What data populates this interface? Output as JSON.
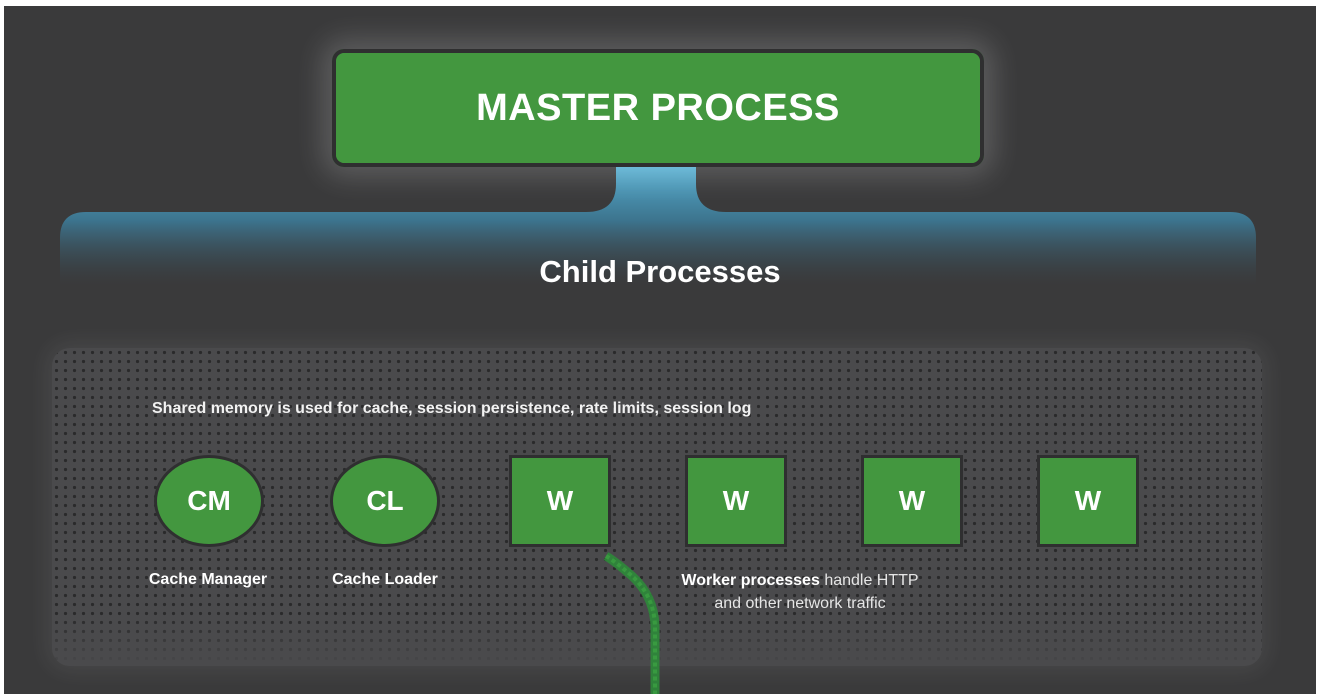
{
  "master": {
    "label": "MASTER PROCESS"
  },
  "child": {
    "title": "Child Processes"
  },
  "shared_memory": {
    "text": "Shared memory is used for cache, session persistence, rate limits, session log"
  },
  "nodes": {
    "cm": {
      "abbr": "CM",
      "label": "Cache Manager"
    },
    "cl": {
      "abbr": "CL",
      "label": "Cache Loader"
    },
    "workers": [
      "W",
      "W",
      "W",
      "W"
    ]
  },
  "worker_note": {
    "bold": "Worker processes",
    "rest1": "handle HTTP",
    "rest2": "and other network traffic"
  },
  "colors": {
    "green": "#43973f",
    "background": "#3a3a3b",
    "connector": "#3d8fb8",
    "wire": "#2e8a3a"
  }
}
